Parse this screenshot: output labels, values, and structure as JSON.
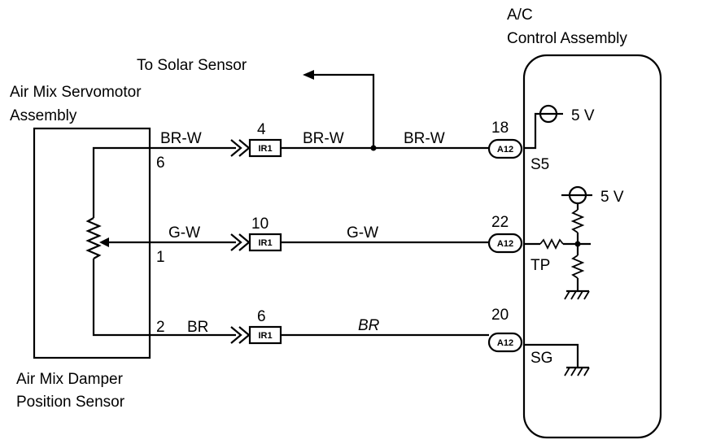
{
  "labels": {
    "ac_control_line1": "A/C",
    "ac_control_line2": "Control Assembly",
    "servomotor_line1": "Air Mix Servomotor",
    "servomotor_line2": "Assembly",
    "sensor_line1": "Air Mix Damper",
    "sensor_line2": "Position Sensor",
    "solar_sensor": "To Solar Sensor"
  },
  "voltage": {
    "s5": "5 V",
    "tp": "5 V"
  },
  "rows": [
    {
      "sensor_pin": "6",
      "wire_left": "BR-W",
      "ir_pin": "4",
      "ir_connector": "IR1",
      "wire_mid": "BR-W",
      "wire_right": "BR-W",
      "ac_pin": "18",
      "ac_connector": "A12",
      "terminal": "S5"
    },
    {
      "sensor_pin": "1",
      "wire_left": "G-W",
      "ir_pin": "10",
      "ir_connector": "IR1",
      "wire_mid": "G-W",
      "ac_pin": "22",
      "ac_connector": "A12",
      "terminal": "TP"
    },
    {
      "sensor_pin": "2",
      "wire_left": "BR",
      "ir_pin": "6",
      "ir_connector": "IR1",
      "wire_mid": "BR",
      "ac_pin": "20",
      "ac_connector": "A12",
      "terminal": "SG"
    }
  ]
}
